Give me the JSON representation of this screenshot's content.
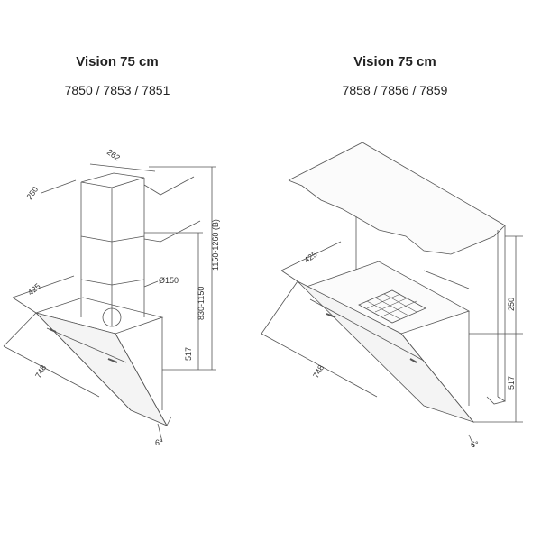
{
  "left": {
    "title": "Vision 75 cm",
    "models": "7850 / 7853 / 7851",
    "dims": {
      "top_depth": "262",
      "top_width": "250",
      "body_depth": "425",
      "width": "748",
      "duct_diameter": "Ø150",
      "body_height": "517",
      "chimney_range": "830-1150",
      "total_range": "1150-1260 (B)",
      "angle": "6°"
    }
  },
  "right": {
    "title": "Vision 75 cm",
    "models": "7858 / 7856 / 7859",
    "dims": {
      "body_depth": "425",
      "width": "748",
      "mount_height": "250",
      "body_height": "517",
      "angle": "6°"
    }
  }
}
